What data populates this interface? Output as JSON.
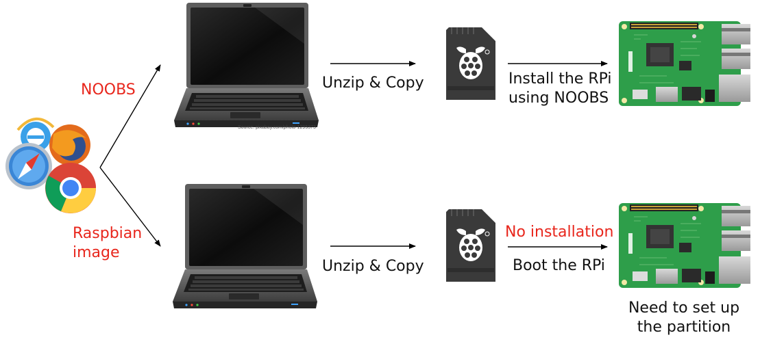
{
  "labels": {
    "noobs": "NOOBS",
    "raspbian_line1": "Raspbian",
    "raspbian_line2": "image",
    "unzip_copy_top": "Unzip & Copy",
    "unzip_copy_bottom": "Unzip & Copy",
    "install_line1": "Install the RPi",
    "install_line2": "using NOOBS",
    "no_installation": "No installation",
    "boot": "Boot the RPi",
    "partition_line1": "Need to set up",
    "partition_line2": "the partition",
    "source_credit": "Source: pixabay.com/photo-1295373"
  },
  "colors": {
    "accent_red": "#e8261c",
    "board_green": "#2e9e4a",
    "sd_card": "#3a3a3a",
    "laptop_body": "#6b6b6b"
  },
  "icons": [
    "browser-icons",
    "laptop-icon",
    "sd-card-icon",
    "raspberry-pi-board-icon",
    "arrow-icon"
  ]
}
